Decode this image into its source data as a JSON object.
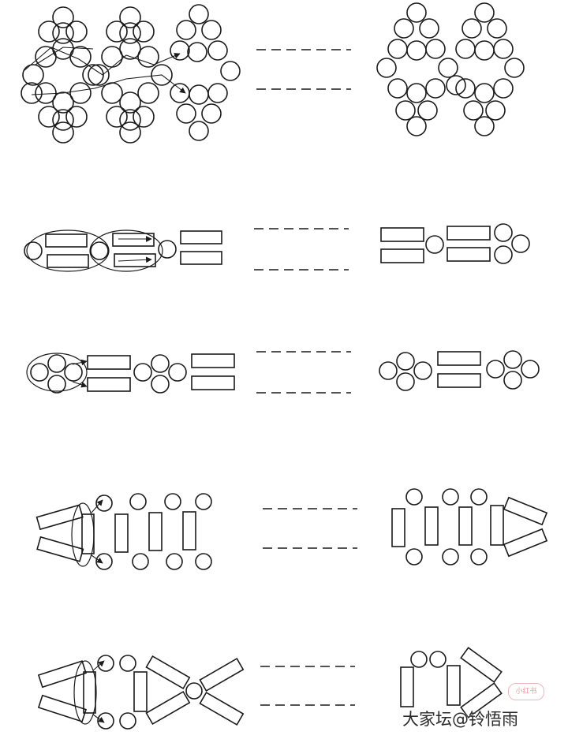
{
  "diagram": {
    "rows": [
      "row-1-circles",
      "row-2-bars",
      "row-3-bars-circles",
      "row-4-vertical-bars",
      "row-5-triangles"
    ],
    "colors": {
      "ink": "#1a1a1a",
      "background": "#ffffff",
      "watermark": "#e8a0a0"
    }
  },
  "watermark": {
    "badge": "小红书",
    "text": "大家坛@铃悟雨"
  }
}
